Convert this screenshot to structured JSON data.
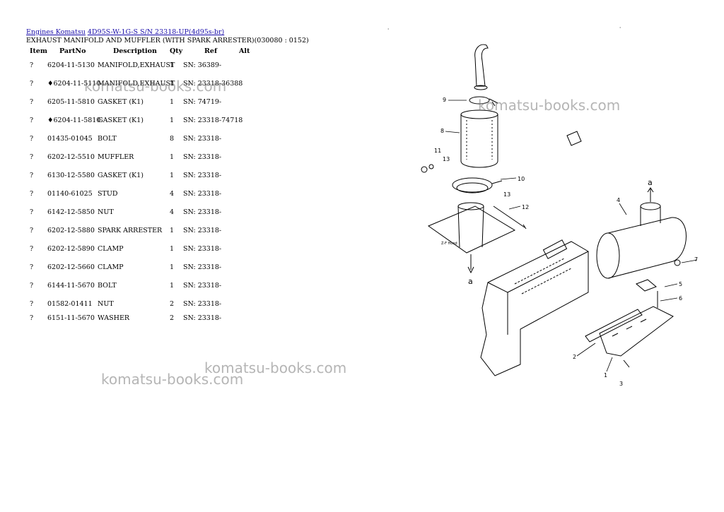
{
  "breadcrumb": {
    "link1": "Engines Komatsu",
    "link2": "4D95S-W-1G-S S/N 23318-UP(4d95s-br)"
  },
  "subtitle": "EXHAUST MANIFOLD AND MUFFLER (WITH SPARK ARRESTER)(030080 : 0152)",
  "table": {
    "headers": {
      "item": "Item",
      "partno": "PartNo",
      "description": "Description",
      "qty": "Qty",
      "ref": "Ref",
      "alt": "Alt"
    },
    "rows": [
      {
        "item": "?",
        "partno": "6204-11-5130",
        "description": "MANIFOLD,EXHAUST",
        "qty": "1",
        "ref": "SN: 36389-"
      },
      {
        "item": "?",
        "partno": "♦6204-11-5110",
        "description": "MANIFOLD,EXHAUST",
        "qty": "1",
        "ref": "SN: 23318-36388"
      },
      {
        "item": "?",
        "partno": "6205-11-5810",
        "description": "GASKET (K1)",
        "qty": "1",
        "ref": "SN: 74719-"
      },
      {
        "item": "?",
        "partno": "♦6204-11-5810",
        "description": "GASKET (K1)",
        "qty": "1",
        "ref": "SN: 23318-74718"
      },
      {
        "item": "?",
        "partno": "01435-01045",
        "description": "BOLT",
        "qty": "8",
        "ref": "SN: 23318-"
      },
      {
        "item": "?",
        "partno": "6202-12-5510",
        "description": "MUFFLER",
        "qty": "1",
        "ref": "SN: 23318-"
      },
      {
        "item": "?",
        "partno": "6130-12-5580",
        "description": "GASKET (K1)",
        "qty": "1",
        "ref": "SN: 23318-"
      },
      {
        "item": "?",
        "partno": "01140-61025",
        "description": "STUD",
        "qty": "4",
        "ref": "SN: 23318-"
      },
      {
        "item": "?",
        "partno": "6142-12-5850",
        "description": "NUT",
        "qty": "4",
        "ref": "SN: 23318-"
      },
      {
        "item": "?",
        "partno": "6202-12-5880",
        "description": "SPARK ARRESTER",
        "qty": "1",
        "ref": "SN: 23318-"
      },
      {
        "item": "?",
        "partno": "6202-12-5890",
        "description": "CLAMP",
        "qty": "1",
        "ref": "SN: 23318-"
      },
      {
        "item": "?",
        "partno": "6202-12-5660",
        "description": "CLAMP",
        "qty": "1",
        "ref": "SN: 23318-"
      },
      {
        "item": "?",
        "partno": "6144-11-5670",
        "description": "BOLT",
        "qty": "1",
        "ref": "SN: 23318-"
      },
      {
        "item": "?",
        "partno": "01582-01411",
        "description": "NUT",
        "qty": "2",
        "ref": "SN: 23318-"
      },
      {
        "item": "?",
        "partno": "6151-11-5670",
        "description": "WASHER",
        "qty": "2",
        "ref": "SN: 23318-"
      }
    ]
  },
  "watermark": "komatsu-books.com",
  "diagram": {
    "callouts": [
      "1",
      "2",
      "3",
      "4",
      "5",
      "6",
      "7",
      "8",
      "9",
      "10",
      "11",
      "12",
      "13",
      "13"
    ],
    "letters": [
      "a",
      "a"
    ],
    "note": "Z-F Hood"
  }
}
